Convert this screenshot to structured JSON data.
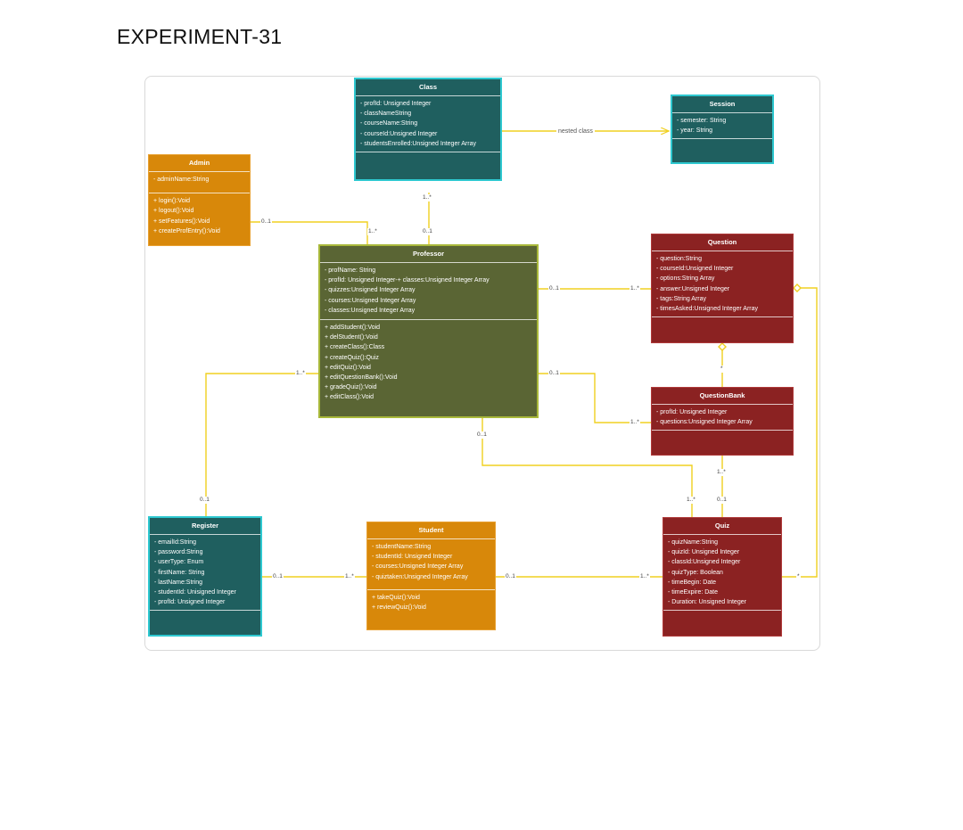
{
  "page": {
    "title": "EXPERIMENT-31"
  },
  "classes": {
    "class": {
      "name": "Class",
      "attributes": [
        "- profId: Unsigned Integer",
        "- classNameString",
        "- courseName:String",
        "- courseId:Unsigned Integer",
        "- studentsEnrolled:Unsigned Integer Array"
      ],
      "methods": []
    },
    "session": {
      "name": "Session",
      "attributes": [
        "- semester: String",
        "- year: String"
      ],
      "methods": []
    },
    "admin": {
      "name": "Admin",
      "attributes": [
        "- adminName:String"
      ],
      "methods": [
        "+ login():Void",
        "+ logout():Void",
        "+ setFeatures():Void",
        "+ createProfEntry():Void"
      ]
    },
    "professor": {
      "name": "Professor",
      "attributes": [
        "- profName: String",
        "- profId: Unsigned Integer-+  classes:Unsigned Integer Array",
        "- quizzes:Unsigned Integer Array",
        "- courses:Unsigned Integer Array",
        "- classes:Unsigned Integer Array"
      ],
      "methods": [
        "+ addStudent():Void",
        "+ delStudent():Void",
        "+ createClass():Class",
        "+ createQuiz():Quiz",
        "+ editQuiz():Void",
        "+ editQuestionBank():Void",
        "+ gradeQuiz():Void",
        "+ editClass():Void"
      ]
    },
    "question": {
      "name": "Question",
      "attributes": [
        "- question:String",
        "- courseId:Unsigned Integer",
        "- options:String Array",
        "- answer:Unsigned Integer",
        "- tags:String Array",
        "- timesAsked:Unsigned Integer Array"
      ],
      "methods": []
    },
    "questionbank": {
      "name": "QuestionBank",
      "attributes": [
        "- profId: Unsigned Integer",
        "- questions:Unsigned Integer Array"
      ],
      "methods": []
    },
    "register": {
      "name": "Register",
      "attributes": [
        "- emailId:String",
        "- password:String",
        "- userType: Enum",
        "- firstName: String",
        "- lastName:String",
        "- studentId: Unisigned Integer",
        "- profId: Unsigned Integer"
      ],
      "methods": []
    },
    "student": {
      "name": "Student",
      "attributes": [
        "- studentName:String",
        "- studentId: Unsigned Integer",
        "- courses:Unsigned Integer Array",
        "- quiztaken:Unsigned Integer Array"
      ],
      "methods": [
        "+ takeQuiz():Void",
        "+ reviewQuiz():Void"
      ]
    },
    "quiz": {
      "name": "Quiz",
      "attributes": [
        "- quizName:String",
        "- quizId: Unsigned Integer",
        "- classId:Unsigned Integer",
        "- quizType: Boolean",
        "- timeBegin: Date",
        "- timeExpire: Date",
        "- Duration: Unsigned Integer"
      ],
      "methods": []
    }
  },
  "associations": {
    "class_session": "nested class"
  },
  "multiplicities": {
    "class_prof_top": "1..*",
    "class_prof_bottom": "0..1",
    "admin_side": "0..1",
    "admin_prof": "1..*",
    "prof_question_left": "0..1",
    "prof_question_right": "1..*",
    "prof_qbank_left": "0..1",
    "prof_qbank_right": "1..*",
    "prof_register": "1..*",
    "register_top": "0..1",
    "prof_quiz_bottom": "0..1",
    "qbank_quiz_top": "1..*",
    "quiz_prof": "1..*",
    "quiz_qbank": "0..1",
    "question_qbank": "*",
    "register_student_left": "0..1",
    "register_student_right": "1..*",
    "student_quiz_left": "0..1",
    "student_quiz_right": "1..*",
    "quiz_question": "*"
  },
  "colors": {
    "teal": "#1f5f5f",
    "orange": "#d8880a",
    "olive": "#5a6534",
    "red": "#8b2222",
    "connector": "#f0d020"
  }
}
